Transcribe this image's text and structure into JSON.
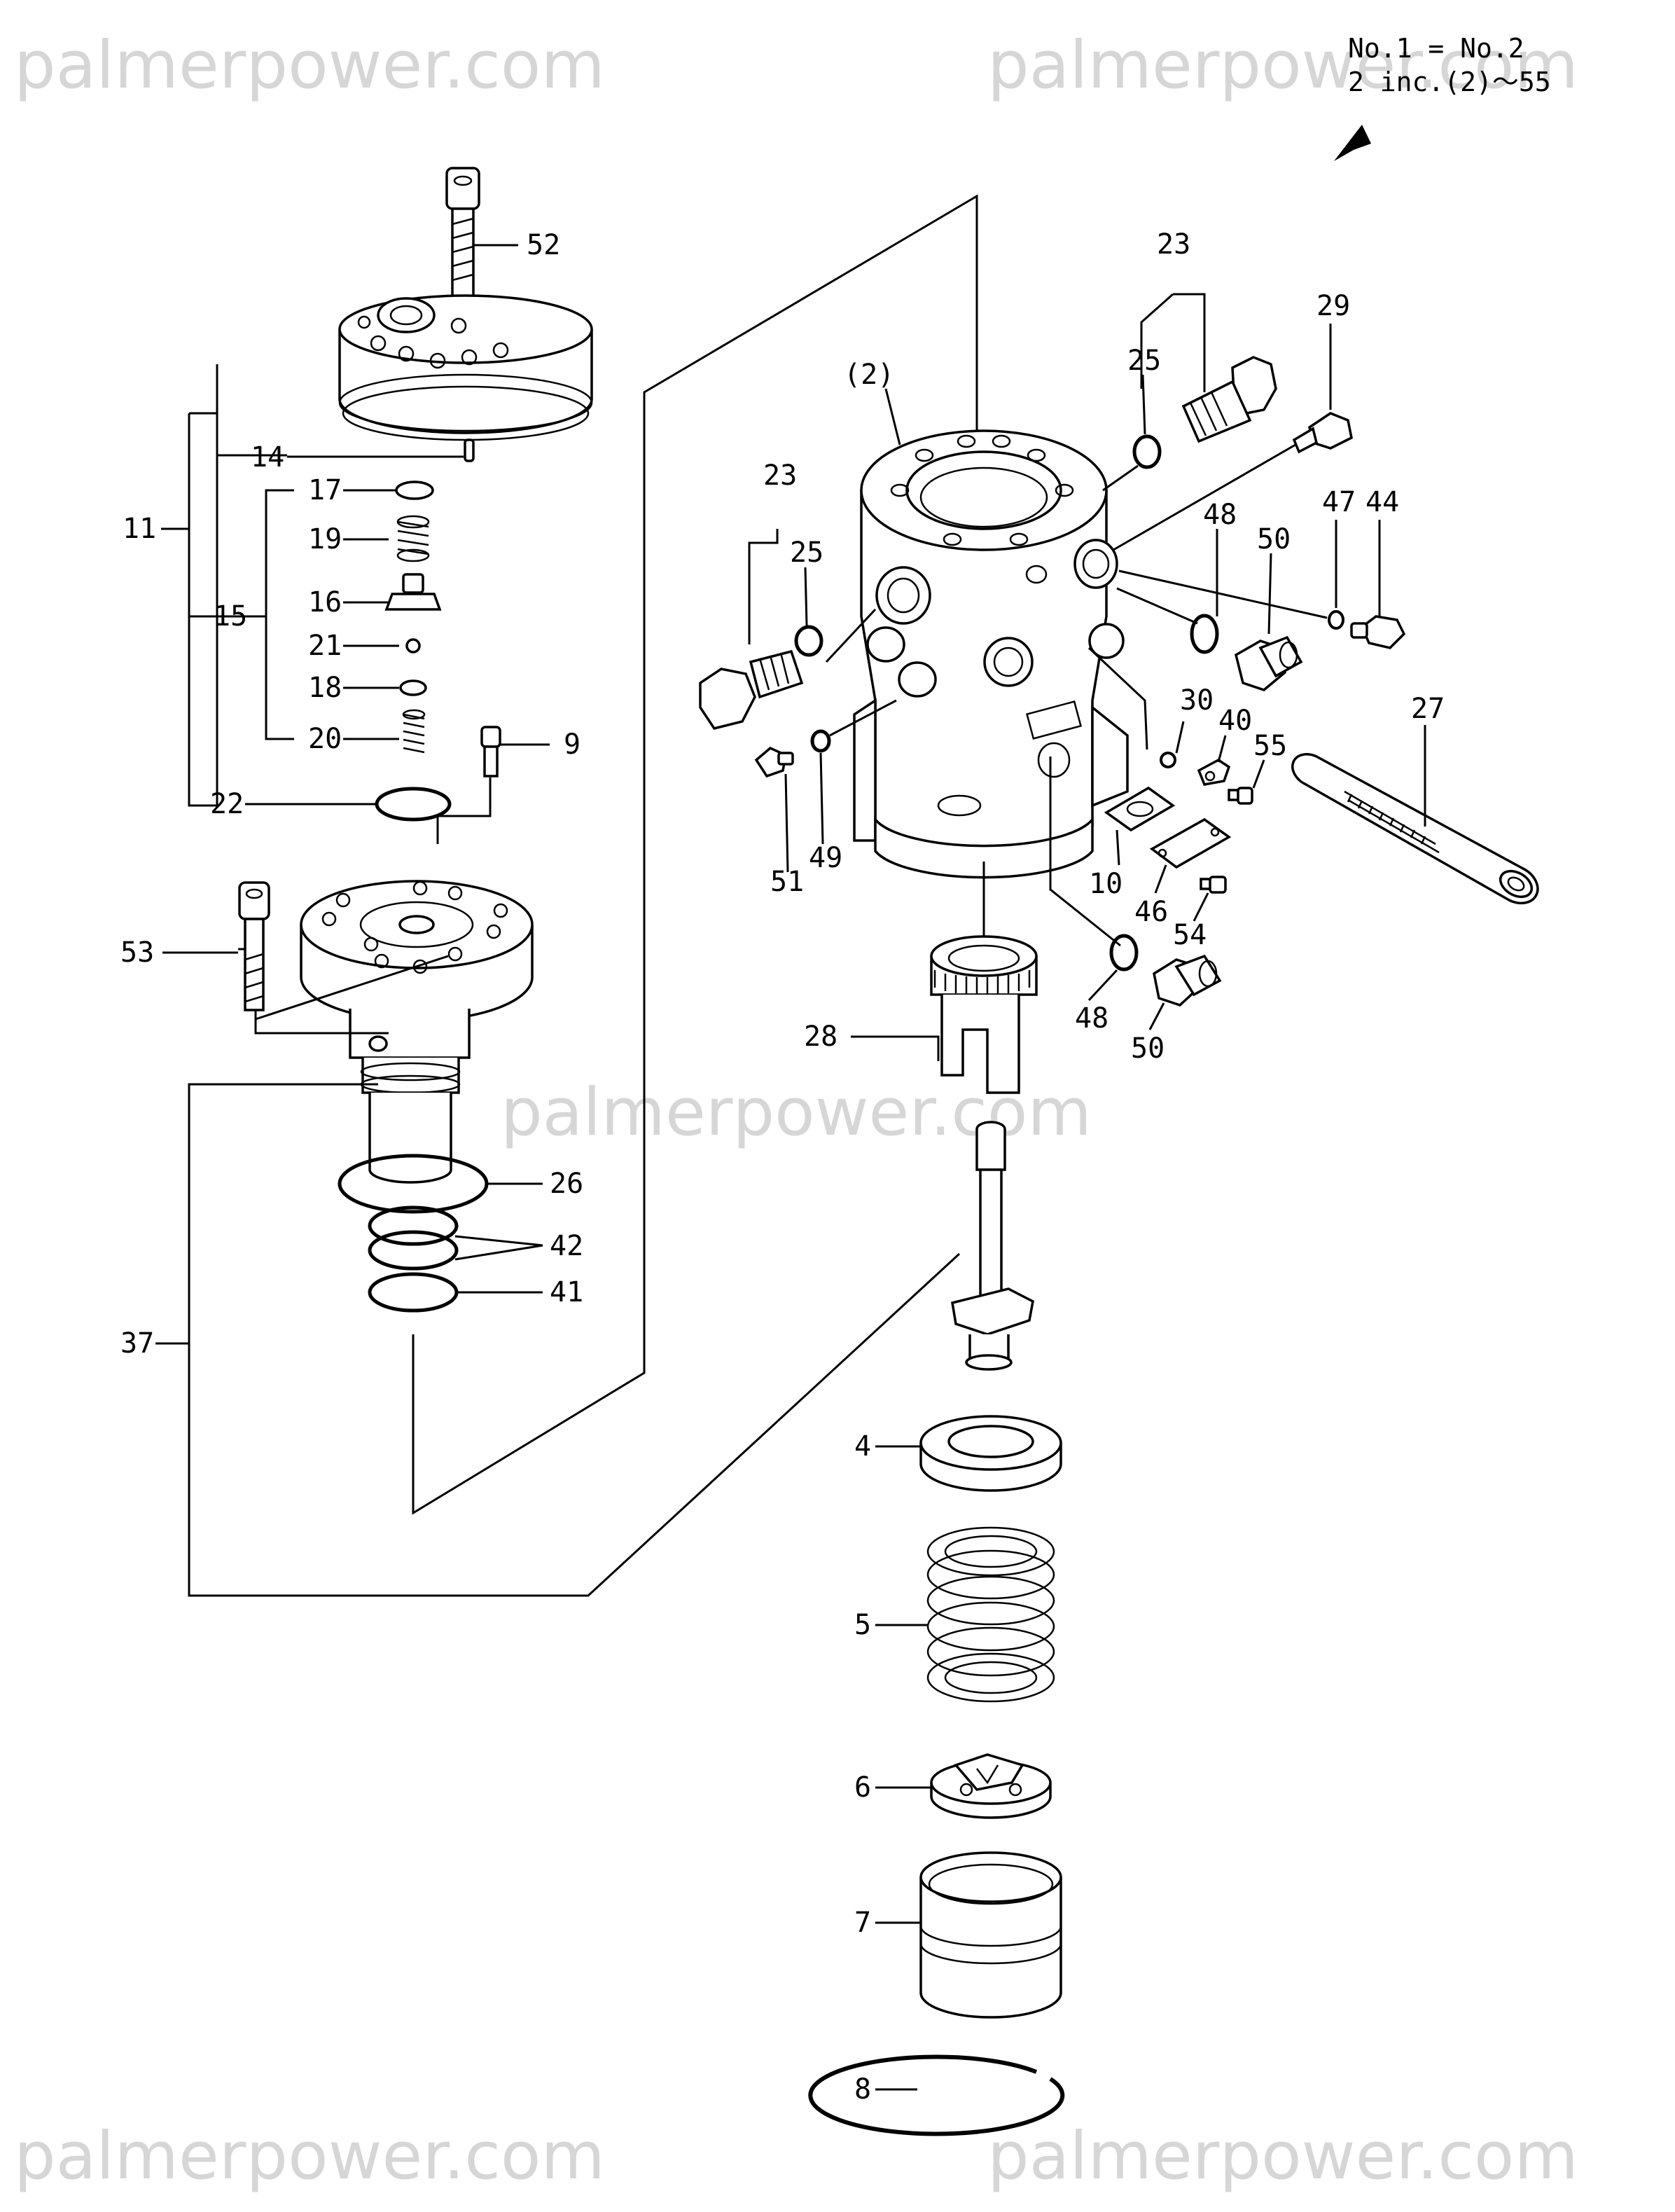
{
  "watermarks": {
    "top_left": "palmerpower.com",
    "top_right": "palmerpower.com",
    "center": "palmerpower.com",
    "bottom_left": "palmerpower.com",
    "bottom_right": "palmerpower.com"
  },
  "note": {
    "line1": "No.1 = No.2",
    "line2": "2 inc.(2)～55"
  },
  "labels": {
    "p52": "52",
    "p14": "14",
    "p11": "11",
    "p17": "17",
    "p19": "19",
    "p15": "15",
    "p16": "16",
    "p21": "21",
    "p18": "18",
    "p20": "20",
    "p9": "9",
    "p22": "22",
    "p53": "53",
    "p26": "26",
    "p42": "42",
    "p41": "41",
    "p37": "37",
    "p2": "(2)",
    "p23a": "23",
    "p25a": "25",
    "p23b": "23",
    "p25b": "25",
    "p29": "29",
    "p48a": "48",
    "p50a": "50",
    "p47": "47",
    "p44": "44",
    "p30": "30",
    "p40": "40",
    "p55": "55",
    "p27": "27",
    "p51": "51",
    "p49": "49",
    "p10": "10",
    "p46": "46",
    "p54": "54",
    "p48b": "48",
    "p50b": "50",
    "p28": "28",
    "p4": "4",
    "p5": "5",
    "p6": "6",
    "p7": "7",
    "p8": "8"
  }
}
